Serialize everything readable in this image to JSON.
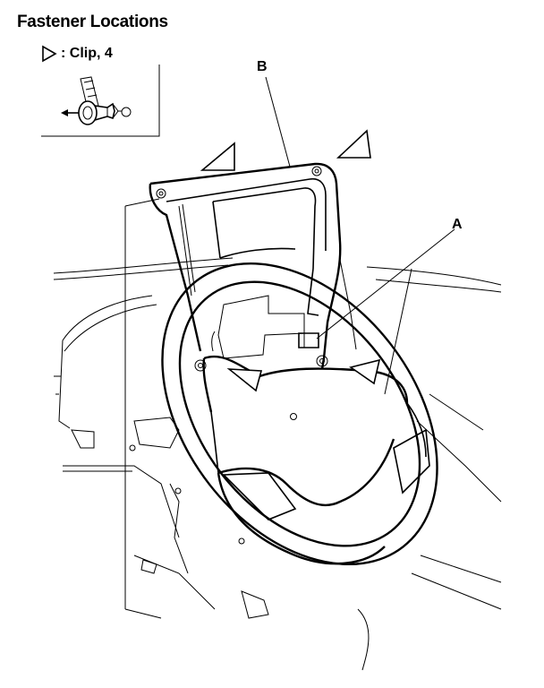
{
  "header": {
    "title": "Fastener Locations"
  },
  "legend": {
    "icon": "triangle-outline-icon",
    "label": ": Clip, 4"
  },
  "callouts": {
    "b": "B",
    "a": "A"
  }
}
